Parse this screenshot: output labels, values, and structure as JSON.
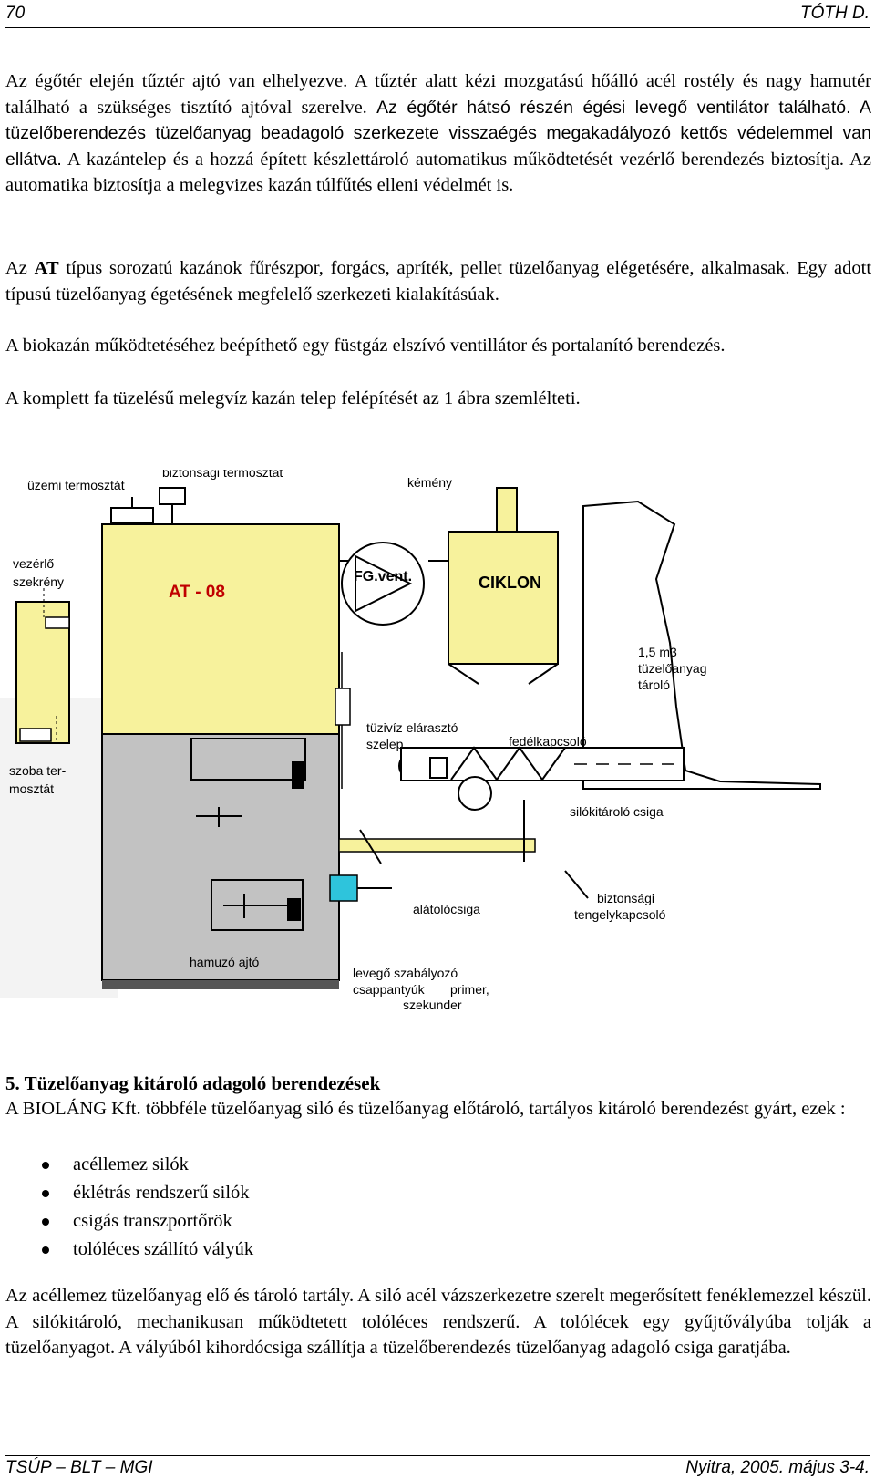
{
  "header": {
    "page_number": "70",
    "author": "TÓTH D."
  },
  "paragraphs": {
    "p1": "Az égőtér elején tűztér ajtó van elhelyezve. A tűztér alatt kézi mozgatású hőálló acél rostély és nagy hamutér található a szükséges tisztító ajtóval szerelve.",
    "p1_sans": "Az égőtér hátsó részén égési levegő ventilátor található. A tüzelőberendezés tüzelőanyag beadagoló szerkezete visszaégés megakadályozó kettős védelemmel van ellátva.",
    "p1_b": "A kazántelep és a hozzá épített készlettároló automatikus működtetését vezérlő berendezés biztosítja. Az automatika biztosítja a melegvizes kazán túlfűtés elleni védelmét is.",
    "p2_pre": "Az ",
    "p2_bold": "AT",
    "p2_post": " típus sorozatú kazánok fűrészpor, forgács, apríték, pellet tüzelőanyag elégetésére, alkalmasak. Egy adott típusú tüzelőanyag égetésének megfelelő szerkezeti kialakításúak.",
    "p3": "A biokazán működtetéséhez beépíthető egy füstgáz elszívó ventillátor és portalanító berendezés.",
    "p4": "A komplett fa tüzelésű melegvíz kazán telep felépítését az 1 ábra szemlélteti."
  },
  "diagram": {
    "labels": {
      "uzemi_termosztat": "üzemi termosztát",
      "biztonsagi_termosztat": "biztonsági termosztát",
      "kemeny": "kémény",
      "vezerlo_1": "vezérlő",
      "vezerlo_2": "szekrény",
      "at08": "AT - 08",
      "fg_vent": "FG.vent.",
      "ciklon": "CIKLON",
      "tarolo_1": "1,5 m3",
      "tarolo_2": "tüzelőanyag",
      "tarolo_3": "tároló",
      "tuziviz_1": "tüzivíz elárasztó",
      "tuziviz_2": "szelep",
      "fedelkapcsolo": "fedélkapcsoló",
      "szoba_1": "szoba ter-",
      "szoba_2": "mosztát",
      "silokitaro": "silókitároló csiga",
      "alatolocsiga": "alátolócsiga",
      "bizt_1": "biztonsági",
      "bizt_2": "tengelykapcsoló",
      "hamuzo": "hamuzó ajtó",
      "levego_1": "levegő szabályozó",
      "levego_2": "csappantyúk",
      "primer": "primer,",
      "szekunder": "szekunder"
    },
    "colors": {
      "boiler_top": "#f7f29c",
      "boiler_bottom": "#c2c2c2",
      "accent": "#2ec4dc"
    }
  },
  "section5": {
    "heading": "5. Tüzelőanyag kitároló adagoló berendezések",
    "intro": "A BIOLÁNG Kft. többféle tüzelőanyag siló és tüzelőanyag előtároló, tartályos kitároló berendezést gyárt, ezek :",
    "items": [
      "acéllemez silók",
      "éklétrás rendszerű silók",
      "csigás transzportőrök",
      "tolóléces szállító vályúk"
    ],
    "body": "Az acéllemez tüzelőanyag elő és tároló tartály. A siló acél vázszerkezetre szerelt megerősített fenéklemezzel készül. A silókitároló, mechanikusan működtetett tolóléces rendszerű. A tolólécek egy gyűjtővályúba tolják a tüzelőanyagot. A vályúból kihordócsiga szállítja a tüzelőberendezés tüzelőanyag adagoló csiga garatjába."
  },
  "footer": {
    "left": "TSÚP – BLT – MGI",
    "right": "Nyitra, 2005. május 3-4."
  }
}
